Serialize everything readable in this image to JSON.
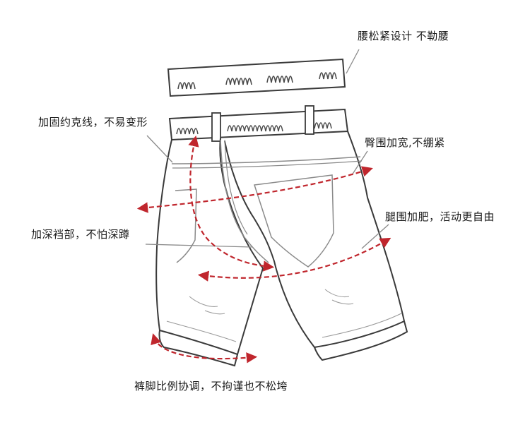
{
  "labels": {
    "waist": "腰松紧设计  不勒腰",
    "stitch": "加固约克线，不易变形",
    "hip": "臀围加宽,不绷紧",
    "crotch": "加深裆部，不怕深蹲",
    "thigh": "腿围加肥，活动更自由",
    "hem": "裤脚比例协调，不拘谨也不松垮"
  },
  "colors": {
    "arrow": "#c0262d",
    "outline": "#3a3a3a",
    "line": "#8a8a8a"
  }
}
